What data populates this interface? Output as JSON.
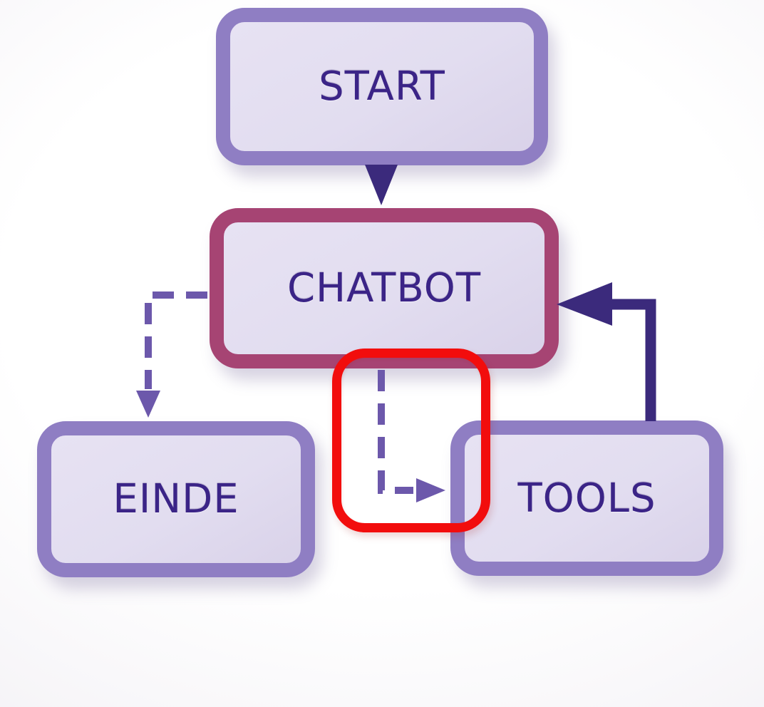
{
  "diagram": {
    "type": "flowchart",
    "nodes": [
      {
        "id": "start",
        "label": "START"
      },
      {
        "id": "chatbot",
        "label": "CHATBOT"
      },
      {
        "id": "einde",
        "label": "EINDE"
      },
      {
        "id": "tools",
        "label": "TOOLS"
      }
    ],
    "edges": [
      {
        "from": "start",
        "to": "chatbot",
        "line": "solid",
        "note": "downward arrowhead"
      },
      {
        "from": "chatbot",
        "to": "einde",
        "line": "dashed",
        "note": "elbow left then down"
      },
      {
        "from": "chatbot",
        "to": "tools",
        "line": "dashed",
        "note": "elbow down then right, inside red highlight"
      },
      {
        "from": "tools",
        "to": "chatbot",
        "line": "solid",
        "note": "elbow up then left"
      }
    ],
    "highlight": {
      "shape": "rounded-rectangle",
      "marks_edge": "chatbot-to-tools"
    }
  },
  "colors": {
    "background": "#fcfbfc",
    "node_fill": "#e2ddf0",
    "node_border": "#8f7ec3",
    "chatbot_border": "#a64473",
    "node_text": "#3b2487",
    "edge_dashed": "#6c58ab",
    "edge_solid": "#3b2a7c",
    "highlight": "#f20d0d"
  }
}
